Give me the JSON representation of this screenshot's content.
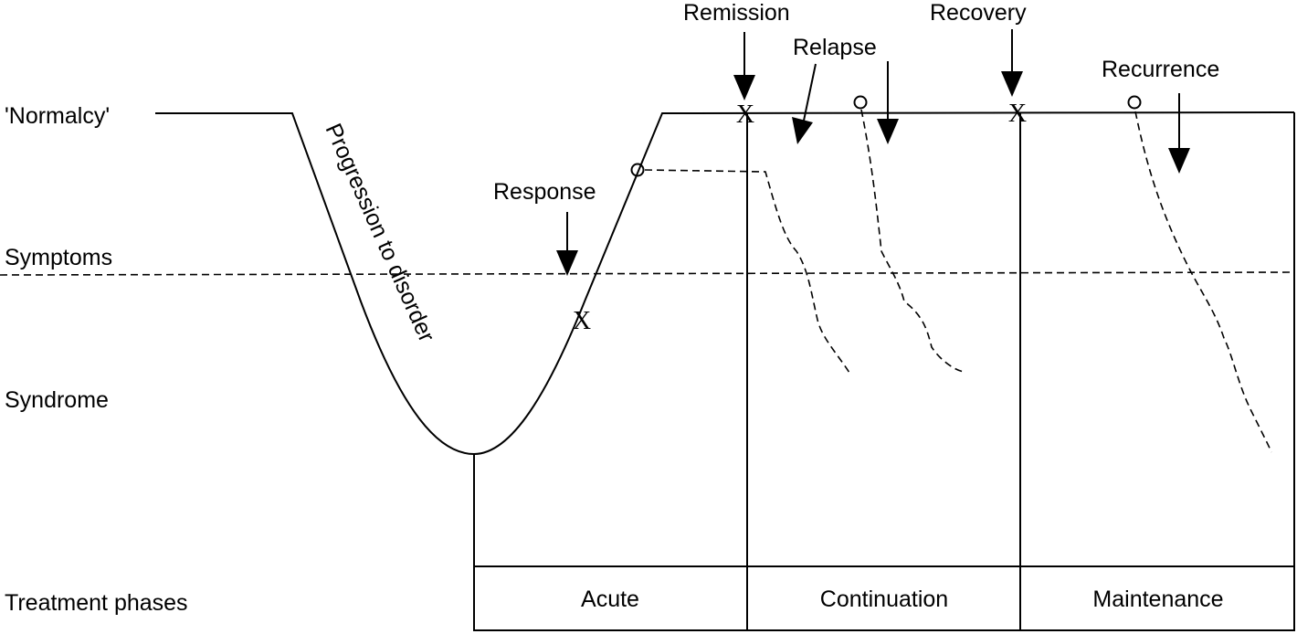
{
  "levels": {
    "normalcy": "'Normalcy'",
    "symptoms": "Symptoms",
    "syndrome": "Syndrome",
    "treatment_phases": "Treatment phases"
  },
  "curve_label": "Progression to disorder",
  "events": {
    "response": "Response",
    "remission": "Remission",
    "relapse": "Relapse",
    "recovery": "Recovery",
    "recurrence": "Recurrence"
  },
  "markers": {
    "x": "X",
    "o": "O"
  },
  "phases": [
    "Acute",
    "Continuation",
    "Maintenance"
  ]
}
